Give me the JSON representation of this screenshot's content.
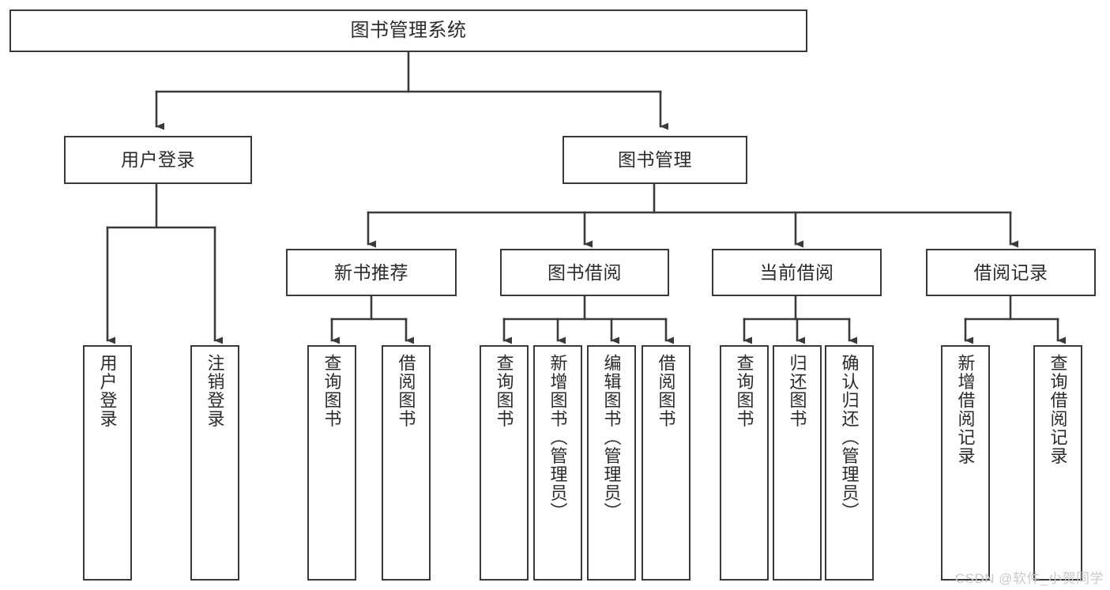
{
  "diagram": {
    "title": "图书管理系统",
    "type": "tree-hierarchy-chart",
    "root": {
      "label": "图书管理系统"
    },
    "level1": [
      {
        "label": "用户登录"
      },
      {
        "label": "图书管理"
      }
    ],
    "level2": [
      {
        "label": "新书推荐"
      },
      {
        "label": "图书借阅"
      },
      {
        "label": "当前借阅"
      },
      {
        "label": "借阅记录"
      }
    ],
    "leaves": {
      "user_login": [
        {
          "label": "用户登录"
        },
        {
          "label": "注销登录"
        }
      ],
      "new_book_recommend": [
        {
          "label": "查询图书"
        },
        {
          "label": "借阅图书"
        }
      ],
      "book_borrow": [
        {
          "label": "查询图书"
        },
        {
          "label": "新增图书（管理员）"
        },
        {
          "label": "编辑图书（管理员）"
        },
        {
          "label": "借阅图书"
        }
      ],
      "current_borrow": [
        {
          "label": "查询图书"
        },
        {
          "label": "归还图书"
        },
        {
          "label": "确认归还（管理员）"
        }
      ],
      "borrow_record": [
        {
          "label": "新增借阅记录"
        },
        {
          "label": "查询借阅记录"
        }
      ]
    }
  },
  "watermark": {
    "text": "CSDN @软件_小贺同学"
  },
  "colors": {
    "stroke": "#3a3a3a",
    "box_fill": "#ffffff",
    "text": "#2b2b2b",
    "watermark": "#c9c9c9",
    "background": "#ffffff"
  }
}
